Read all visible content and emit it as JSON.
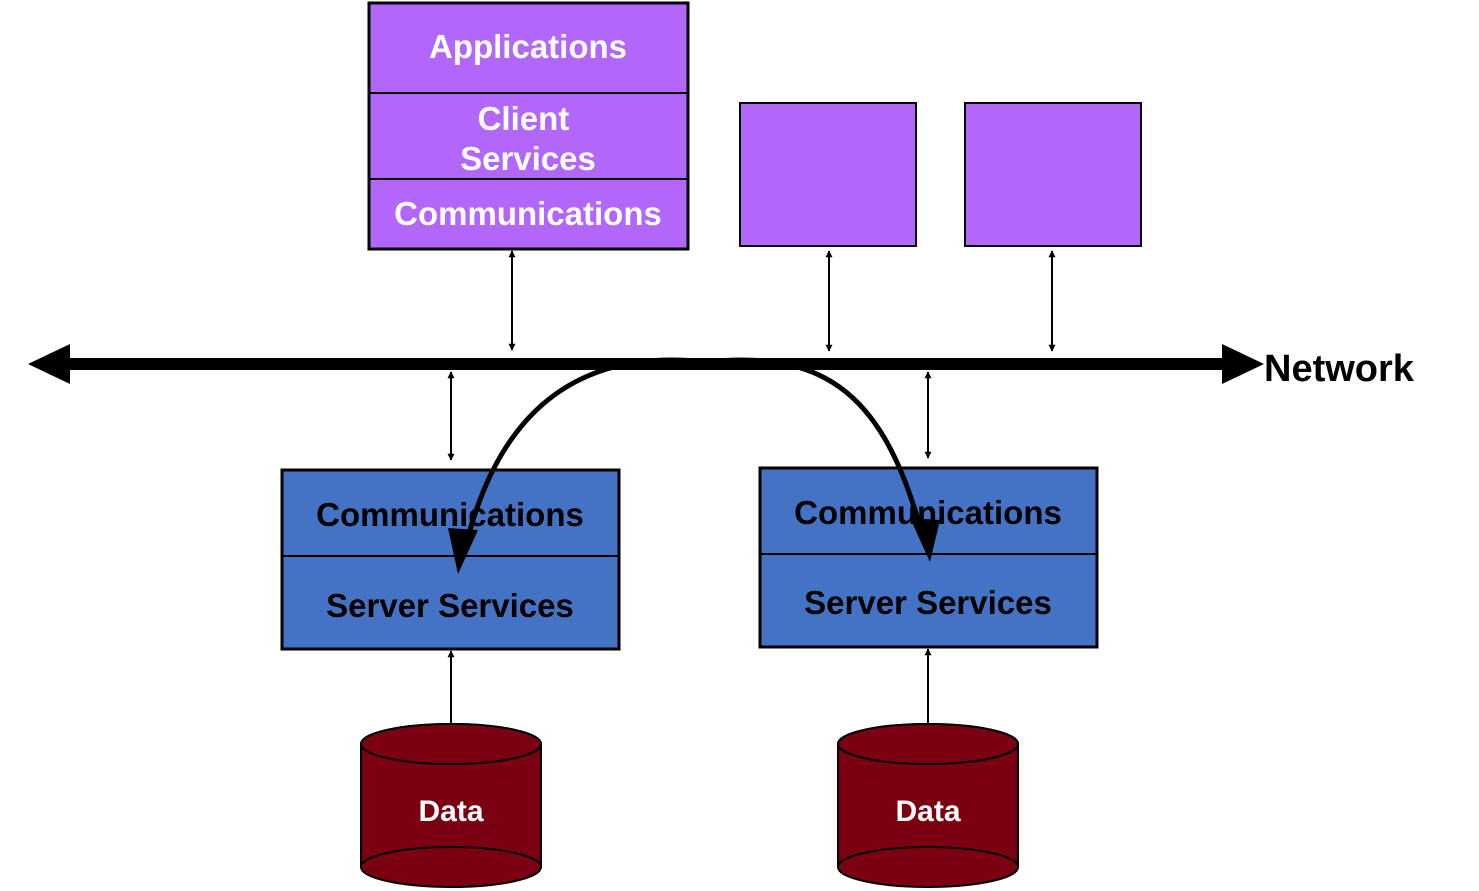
{
  "client_stack": {
    "layers": [
      {
        "label_lines": [
          "Applications"
        ]
      },
      {
        "label_lines": [
          "Client",
          "Services"
        ]
      },
      {
        "label_lines": [
          "Communications"
        ]
      }
    ]
  },
  "network": {
    "label": "Network"
  },
  "servers": [
    {
      "communications_label": "Communications",
      "services_label": "Server Services",
      "database_label": "Data"
    },
    {
      "communications_label": "Communications",
      "services_label": "Server Services",
      "database_label": "Data"
    }
  ],
  "colors": {
    "client_fill": "#b266fa",
    "server_fill": "#4472c4",
    "database_fill": "#7a0012",
    "stroke": "#000000"
  }
}
